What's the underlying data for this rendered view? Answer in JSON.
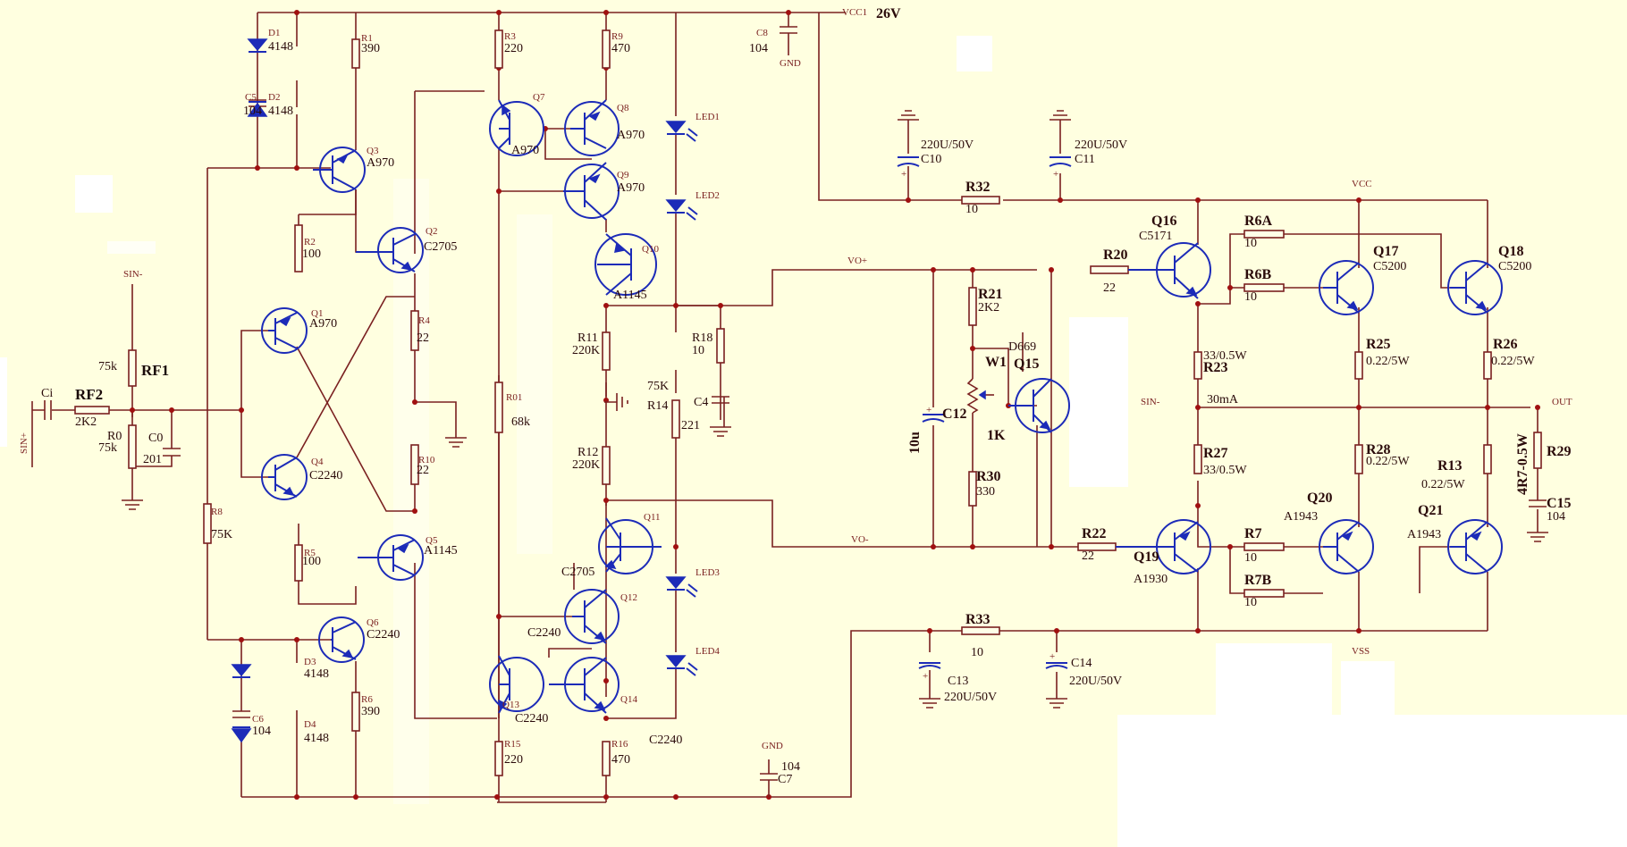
{
  "supply": {
    "vcc1_label": "VCC1",
    "voltage": "26V",
    "vcc_label": "VCC",
    "vss_label": "VSS",
    "gnd_label": "GND"
  },
  "nets": {
    "sin_plus": "SIN+",
    "sin_minus": "SIN-",
    "sin_minus_2": "SIN-",
    "vo_plus": "VO+",
    "vo_minus": "VO-",
    "out": "OUT",
    "bias_current": "30mA"
  },
  "input": {
    "ci": "Ci",
    "rf2": "RF2",
    "rf2_val": "2K2",
    "rf1": "RF1",
    "rf1_val": "75k",
    "r0": "R0",
    "r0_val": "75k",
    "c0": "C0",
    "c0_val": "201"
  },
  "front": {
    "d1": "D1",
    "d1_val": "4148",
    "d2": "D2",
    "d2_val": "4148",
    "d3": "D3",
    "d3_val": "4148",
    "d4": "D4",
    "d4_val": "4148",
    "r1": "R1",
    "r1_val": "390",
    "c5": "C5",
    "c5_val": "104",
    "q3": "Q3",
    "q3_val": "A970",
    "r2": "R2",
    "r2_val": "100",
    "q2": "Q2",
    "q2_val": "C2705",
    "q1": "Q1",
    "q1_val": "A970",
    "r4": "R4",
    "r4_val": "22",
    "r10": "R10",
    "r10_val": "22",
    "q4": "Q4",
    "q4_val": "C2240",
    "r8": "R8",
    "r8_val": "75K",
    "r5": "R5",
    "r5_val": "100",
    "q5": "Q5",
    "q5_val": "A1145",
    "q6": "Q6",
    "q6_val": "C2240",
    "c6": "C6",
    "c6_val": "104",
    "r6": "R6",
    "r6_val": "390"
  },
  "vas": {
    "r3": "R3",
    "r3_val": "220",
    "r9": "R9",
    "r9_val": "470",
    "c8": "C8",
    "c8_val": "104",
    "q7": "Q7",
    "q7_val": "A970",
    "q8": "Q8",
    "q8_val": "A970",
    "q9": "Q9",
    "q9_val": "A970",
    "led1": "LED1",
    "led2": "LED2",
    "led3": "LED3",
    "led4": "LED4",
    "q10": "Q10",
    "q10_val": "A1145",
    "r01": "R01",
    "r01_val": "68k",
    "r11": "R11",
    "r11_val": "220K",
    "r12": "R12",
    "r12_val": "220K",
    "r18": "R18",
    "r18_val": "10",
    "r14_val1": "75K",
    "r14": "R14",
    "r14_val": "221",
    "c4": "C4",
    "q11": "Q11",
    "q11_val": "C2705",
    "q12": "Q12",
    "q12_val": "C2240",
    "q13": "Q13",
    "q13_val": "C2240",
    "q14": "Q14",
    "q14_val": "C2240",
    "r15": "R15",
    "r15_val": "220",
    "r16": "R16",
    "r16_val": "470",
    "c7": "C7",
    "c7_val": "104"
  },
  "output": {
    "c10": "C10",
    "c10_val": "220U/50V",
    "c11": "C11",
    "c11_val": "220U/50V",
    "r32": "R32",
    "r32_val": "10",
    "r33": "R33",
    "r33_val": "10",
    "c13": "C13",
    "c13_val": "220U/50V",
    "c14": "C14",
    "c14_val": "220U/50V",
    "q16": "Q16",
    "q16_val": "C5171",
    "r20": "R20",
    "r20_val": "22",
    "r21": "R21",
    "r21_val": "2K2",
    "d669": "D669",
    "w1": "W1",
    "w1_val": "1K",
    "q15": "Q15",
    "c12": "C12",
    "c12_val": "10u",
    "r30": "R30",
    "r30_val": "330",
    "r22": "R22",
    "r22_val": "22",
    "q19": "Q19",
    "q19_val": "A1930",
    "r6a": "R6A",
    "r6a_val": "10",
    "r6b": "R6B",
    "r6b_val": "10",
    "q17": "Q17",
    "q17_val": "C5200",
    "q18": "Q18",
    "q18_val": "C5200",
    "r23": "R23",
    "r23_val": "33/0.5W",
    "r27": "R27",
    "r27_val": "33/0.5W",
    "r25": "R25",
    "r25_val": "0.22/5W",
    "r26": "R26",
    "r26_val": "0.22/5W",
    "r28": "R28",
    "r28_val": "0.22/5W",
    "r13": "R13",
    "r13_val": "0.22/5W",
    "r29": "R29",
    "r29_val": "4R7-0.5W",
    "c15": "C15",
    "c15_val": "104",
    "r7": "R7",
    "r7_val": "10",
    "r7b": "R7B",
    "r7b_val": "10",
    "q20": "Q20",
    "q20_val": "A1943",
    "q21": "Q21",
    "q21_val": "A1943"
  }
}
